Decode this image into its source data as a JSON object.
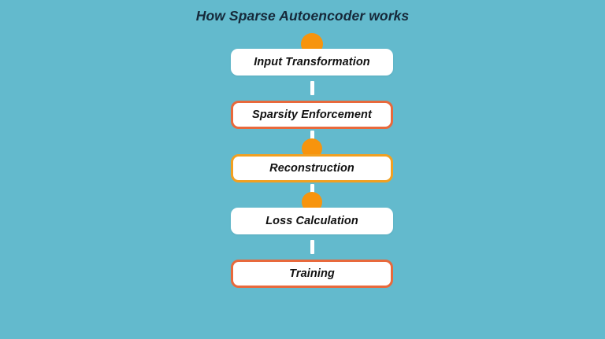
{
  "page": {
    "title": "How Sparse Autoencoder works",
    "background_color": "#63bacd",
    "title_color": "#16293a"
  },
  "colors": {
    "accent_dot": "#f7940d",
    "coral_border": "#e8693c",
    "amber_border": "#f2a021",
    "node_fill": "#ffffff",
    "connector": "#ffffff"
  },
  "flow": {
    "nodes": [
      {
        "label": "Input Transformation",
        "style": "plain",
        "border_color": "none"
      },
      {
        "label": "Sparsity Enforcement",
        "style": "bordered",
        "border_color": "#e8693c"
      },
      {
        "label": "Reconstruction",
        "style": "bordered",
        "border_color": "#f2a021"
      },
      {
        "label": "Loss Calculation",
        "style": "plain",
        "border_color": "none"
      },
      {
        "label": "Training",
        "style": "bordered",
        "border_color": "#e8693c"
      }
    ],
    "connectors": [
      {
        "from": "Input Transformation",
        "to": "Sparsity Enforcement",
        "has_dot": false
      },
      {
        "from": "Sparsity Enforcement",
        "to": "Reconstruction",
        "has_dot": true
      },
      {
        "from": "Reconstruction",
        "to": "Loss Calculation",
        "has_dot": true
      },
      {
        "from": "Loss Calculation",
        "to": "Training",
        "has_dot": false
      }
    ],
    "top_marker": "orange-dot"
  }
}
